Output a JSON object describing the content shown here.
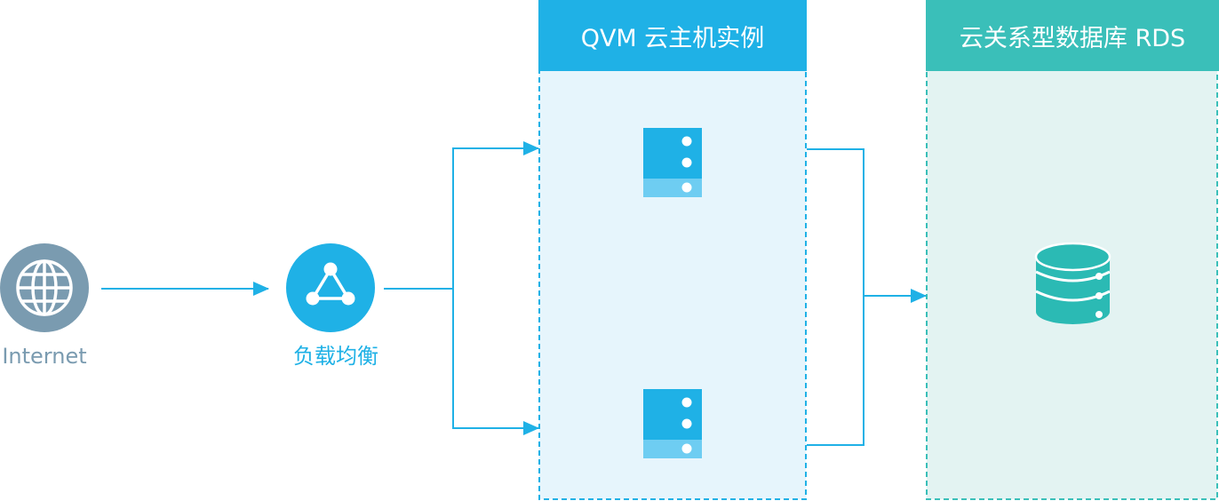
{
  "nodes": {
    "internet": {
      "label": "Internet",
      "icon": "globe-icon"
    },
    "load_balancer": {
      "label": "负载均衡",
      "icon": "load-balancer-icon"
    }
  },
  "panels": {
    "qvm": {
      "title": "QVM 云主机实例",
      "icon": "server-icon"
    },
    "rds": {
      "title": "云关系型数据库 RDS",
      "icon": "database-icon"
    }
  },
  "colors": {
    "internet": "#7a9bb0",
    "blue": "#1fb1e6",
    "light_blue": "#6ecdf2",
    "qvm_bg": "#e6f5fc",
    "teal": "#3abfb9",
    "rds_bg": "#e3f3f2",
    "line": "#1fb1e6"
  }
}
